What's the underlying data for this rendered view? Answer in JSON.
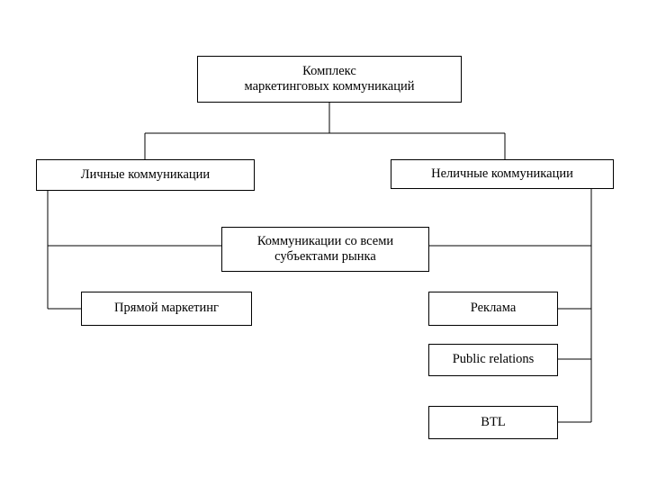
{
  "diagram": {
    "type": "hierarchy-tree",
    "language": "ru",
    "stroke_color": "#000000",
    "background_color": "#ffffff",
    "nodes": {
      "root": {
        "label": "Комплекс\nмаркетинговых коммуникаций"
      },
      "personal": {
        "label": "Личные коммуникации"
      },
      "impersonal": {
        "label": "Неличные коммуникации"
      },
      "all_subjects": {
        "label": "Коммуникации со всеми\nсубъектами рынка"
      },
      "direct_marketing": {
        "label": "Прямой маркетинг"
      },
      "advertising": {
        "label": "Реклама"
      },
      "public_relations": {
        "label": "Public relations"
      },
      "btl": {
        "label": "BTL"
      }
    },
    "edges": [
      {
        "from": "root",
        "to": "personal"
      },
      {
        "from": "root",
        "to": "impersonal"
      },
      {
        "from": "personal",
        "to": "all_subjects"
      },
      {
        "from": "personal",
        "to": "direct_marketing"
      },
      {
        "from": "impersonal",
        "to": "all_subjects"
      },
      {
        "from": "impersonal",
        "to": "advertising"
      },
      {
        "from": "impersonal",
        "to": "public_relations"
      },
      {
        "from": "impersonal",
        "to": "btl"
      }
    ]
  }
}
